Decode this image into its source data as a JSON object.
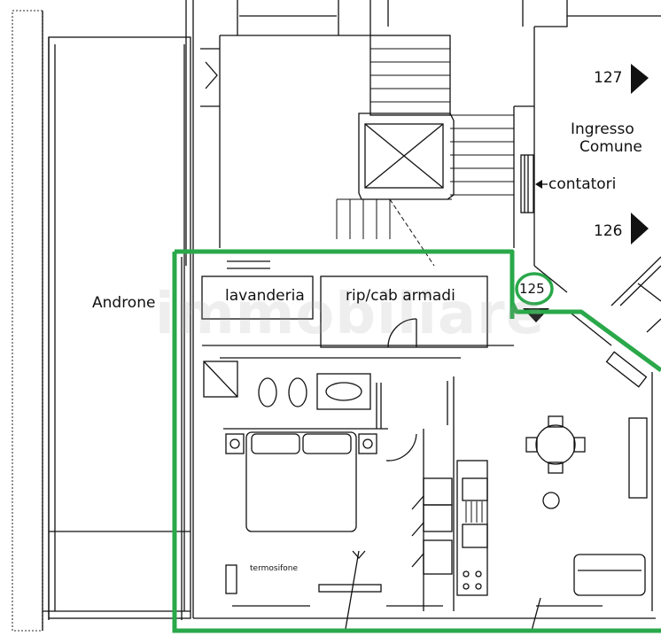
{
  "labels": {
    "androne": "Androne",
    "lavanderia": "lavanderia",
    "rip_cab": "rip/cab armadi",
    "ingresso_line1": "Ingresso",
    "ingresso_line2": "Comune",
    "contatori": "contatori",
    "unit_127": "127",
    "unit_126": "126",
    "unit_125": "125",
    "termosifone": "termosifone"
  },
  "watermark": "immobiliare",
  "colors": {
    "boundary": "#2aa84a",
    "lines": "#111111"
  }
}
